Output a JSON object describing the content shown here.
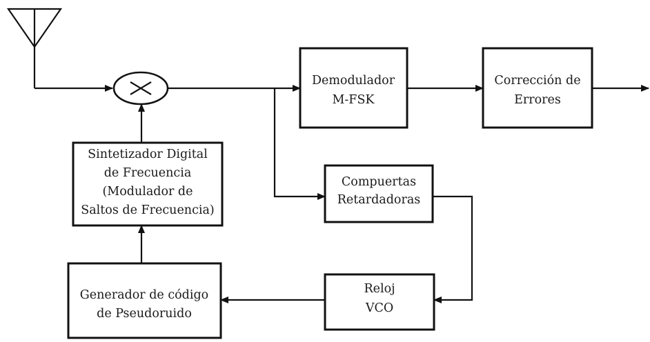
{
  "blocks": {
    "demodulator": {
      "line1": "Demodulador",
      "line2": "M-FSK"
    },
    "error_correction": {
      "line1": "Corrección de",
      "line2": "Errores"
    },
    "synthesizer": {
      "line1": "Sintetizador Digital",
      "line2": "de Frecuencia",
      "line3": "(Modulador de",
      "line4": "Saltos de Frecuencia)"
    },
    "delay_gates": {
      "line1": "Compuertas",
      "line2": "Retardadoras"
    },
    "pn_generator": {
      "line1": "Generador de código",
      "line2": "de Pseudoruido"
    },
    "vco_clock": {
      "line1": "Reloj",
      "line2": "VCO"
    }
  },
  "symbols": {
    "antenna": "antenna-icon",
    "mixer": "mixer-multiplier-icon"
  },
  "colors": {
    "line": "#111111",
    "background": "#ffffff"
  }
}
